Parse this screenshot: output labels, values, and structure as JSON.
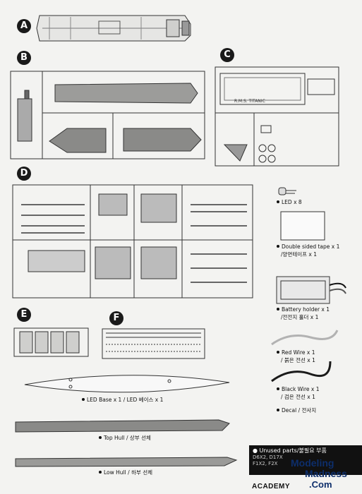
{
  "sections": {
    "a": "A",
    "b": "B",
    "c": "C",
    "d": "D",
    "e": "E",
    "f": "F"
  },
  "sprue_c_nameplate": "R.M.S. TITANIC",
  "items": {
    "led": "LED x 8",
    "tape_en": "Double sided tape x 1",
    "tape_ko": "/양면테이프 x 1",
    "battery_en": "Battery holder x 1",
    "battery_ko": "/전전지 홀더 x 1",
    "red_en": "Red Wire x 1",
    "red_ko": "/ 붉은 전선 x 1",
    "black_en": "Black Wire x 1",
    "black_ko": "/ 검은 전선 x 1",
    "decal": "Decal / 전사지"
  },
  "parts": {
    "led_base": "LED Base x 1 / LED 베이스 x 1",
    "top_hull": "Top Hull / 상부 선체",
    "low_hull": "Low Hull / 하부 선체"
  },
  "unused": {
    "title": "Unused parts/불필요 부품",
    "line1": "D6X2, D17X",
    "line2": "F1X2, F2X"
  },
  "watermark": {
    "line1": "Modeling",
    "line2": "Madness",
    "line3": ".Com"
  },
  "brand": "ACADEMY",
  "colors": {
    "red_wire": "#b2b2b2",
    "black_wire": "#1a1a1a",
    "watermark": "#0d2e6b"
  }
}
